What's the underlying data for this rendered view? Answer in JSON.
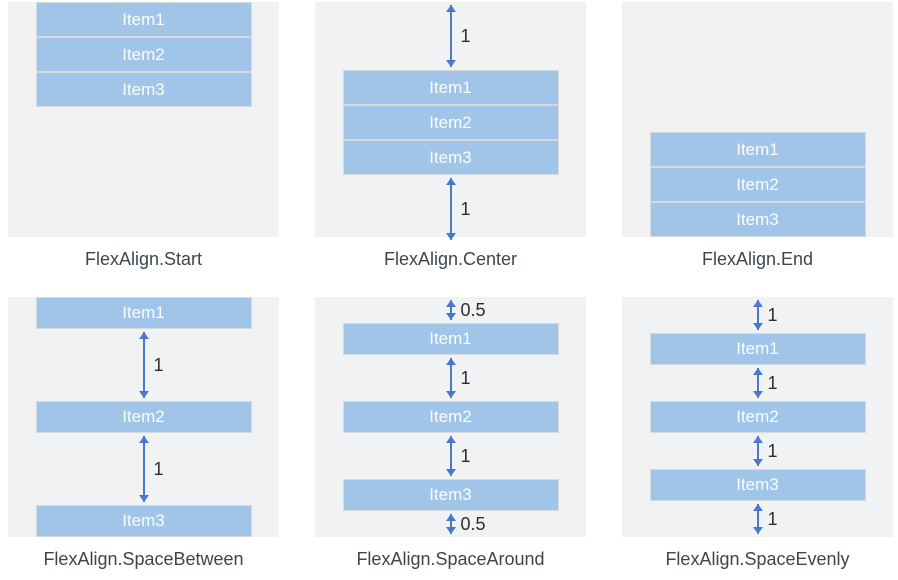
{
  "colors": {
    "page_bg": "#ffffff",
    "panel_bg": "#f1f2f3",
    "item_fill": "#a1c5e8",
    "item_border": "#d7dadd",
    "item_text": "#fbfdff",
    "arrow_blue": "#4a78cf",
    "ratio_text": "#2b2d30",
    "caption_text": "#3d4551"
  },
  "panels": [
    {
      "caption": "FlexAlign.Start",
      "items": [
        "Item1",
        "Item2",
        "Item3"
      ],
      "gaps": []
    },
    {
      "caption": "FlexAlign.Center",
      "items": [
        "Item1",
        "Item2",
        "Item3"
      ],
      "gaps": [
        "1",
        "1"
      ]
    },
    {
      "caption": "FlexAlign.End",
      "items": [
        "Item1",
        "Item2",
        "Item3"
      ],
      "gaps": []
    },
    {
      "caption": "FlexAlign.SpaceBetween",
      "items": [
        "Item1",
        "Item2",
        "Item3"
      ],
      "gaps": [
        "1",
        "1"
      ]
    },
    {
      "caption": "FlexAlign.SpaceAround",
      "items": [
        "Item1",
        "Item2",
        "Item3"
      ],
      "gaps": [
        "0.5",
        "1",
        "1",
        "0.5"
      ]
    },
    {
      "caption": "FlexAlign.SpaceEvenly",
      "items": [
        "Item1",
        "Item2",
        "Item3"
      ],
      "gaps": [
        "1",
        "1",
        "1",
        "1"
      ]
    }
  ]
}
